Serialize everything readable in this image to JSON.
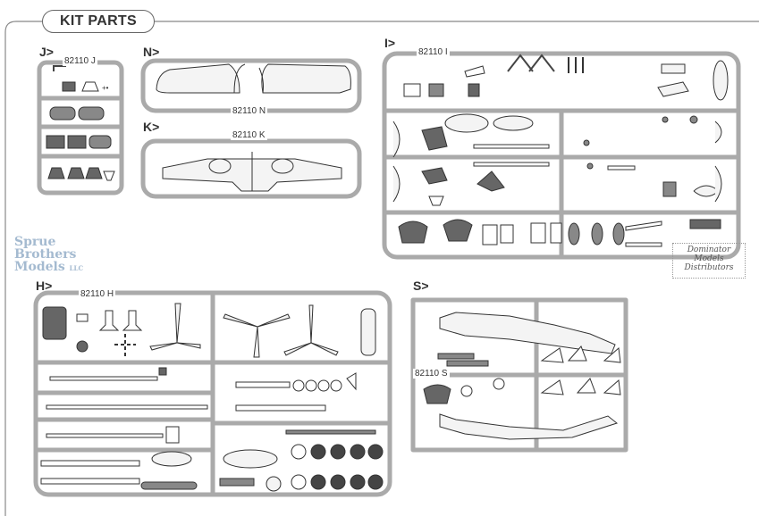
{
  "header": {
    "title": "KIT PARTS"
  },
  "sprues": [
    {
      "id": "J",
      "label": "J>",
      "code": "82110 J"
    },
    {
      "id": "N",
      "label": "N>",
      "code": "82110 N"
    },
    {
      "id": "K",
      "label": "K>",
      "code": "82110 K"
    },
    {
      "id": "I",
      "label": "I>",
      "code": "82110 I"
    },
    {
      "id": "H",
      "label": "H>",
      "code": "82110 H"
    },
    {
      "id": "S",
      "label": "S>",
      "code": "82110 S"
    }
  ],
  "watermark": {
    "line1": "Sprue",
    "line2": "Brothers",
    "line3": "Models",
    "suffix": "LLC"
  },
  "distributor": {
    "line1": "Dominator",
    "line2": "Models",
    "line3": "Distributors"
  }
}
